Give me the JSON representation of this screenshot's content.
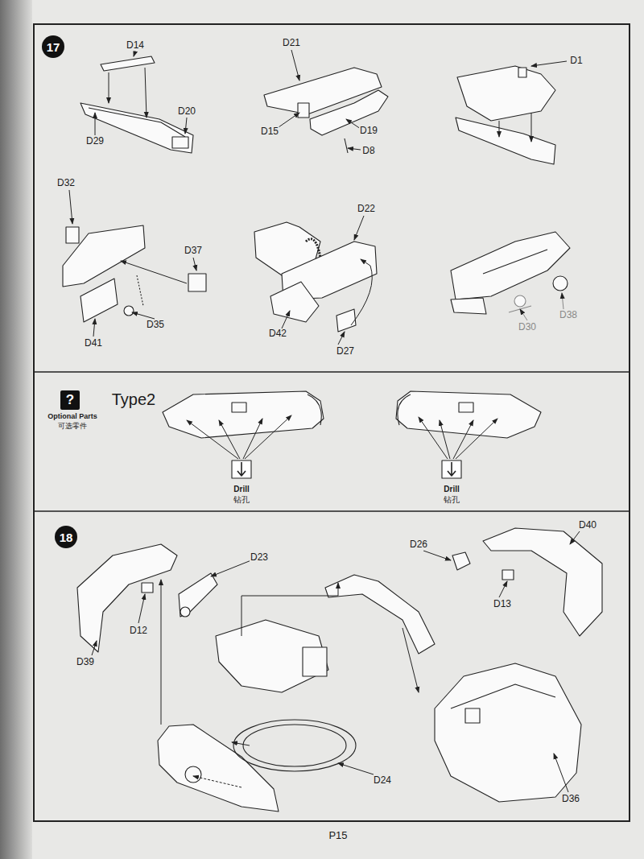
{
  "diagram": {
    "nodes": [
      {
        "text": [
          "17"
        ]
      },
      {
        "text": [
          "?"
        ]
      },
      {
        "text": [
          "18"
        ]
      }
    ],
    "labels": [
      "D14",
      "D21",
      "D1",
      "D20",
      "D29",
      "D15",
      "D19",
      "D8",
      "D32",
      "D22",
      "D37",
      "D35",
      "D41",
      "D42",
      "D27",
      "D30",
      "D38",
      "Type2",
      "Optional Parts",
      "可选零件",
      "Drill",
      "钻孔",
      "Drill",
      "钻孔",
      "D23",
      "D26",
      "D40",
      "D12",
      "D39",
      "D13",
      "D24",
      "D36",
      "P15"
    ]
  }
}
